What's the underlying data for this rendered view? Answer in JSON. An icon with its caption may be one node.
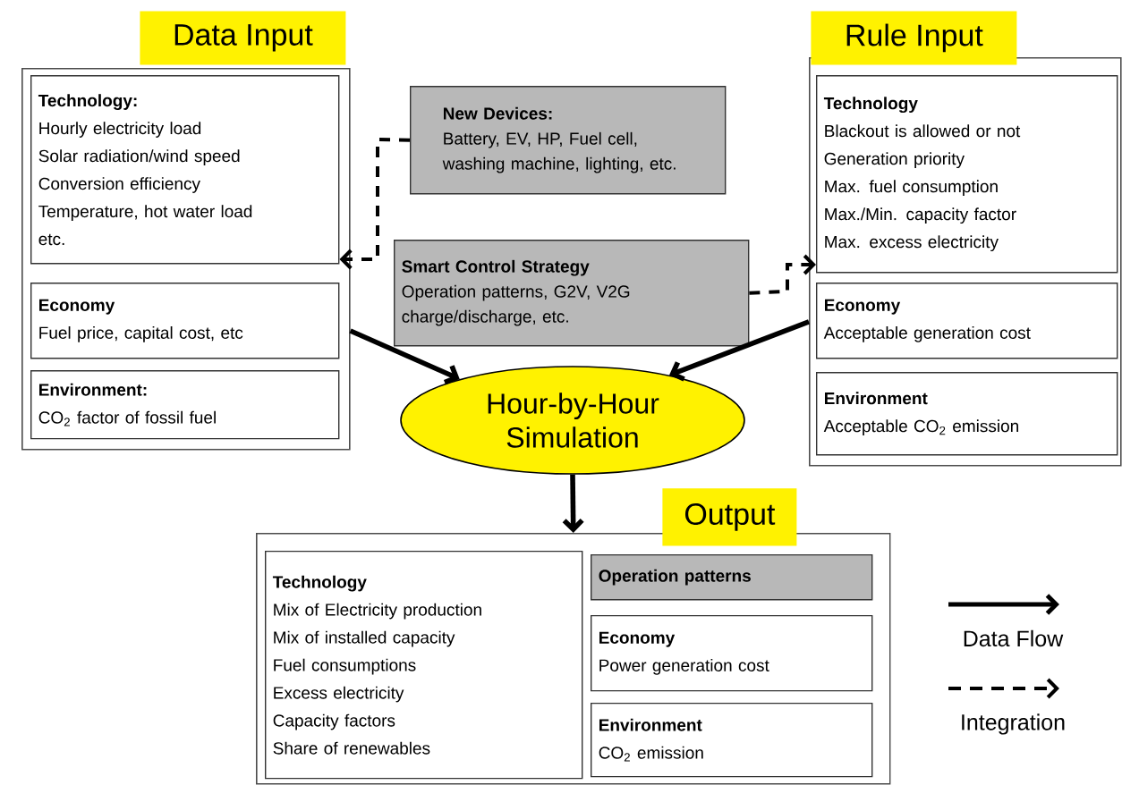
{
  "diagram": {
    "nodes": [
      {
        "text": [
          "Data Input"
        ]
      },
      {
        "text": [
          "Technology:",
          "Hourly electricity load",
          "Solar radiation/wind speed",
          "Conversion efficiency",
          "Temperature, hot water load",
          "etc."
        ],
        "in": 0
      },
      {
        "text": [
          "Economy",
          "Fuel price, capital cost, etc"
        ],
        "in": 0
      },
      {
        "text": [
          "Environment:",
          "CO$_{2}$ factor of fossil fuel"
        ],
        "in": 0
      },
      {
        "text": [
          "New Devices:",
          "Battery, EV, HP, Fuel cell, washing machine, lighting, etc."
        ]
      },
      {
        "text": [
          "Smart Control Strategy",
          "Operation patterns, G2V, V2G charge/discharge, etc."
        ]
      },
      {
        "text": [
          "Rule Input"
        ]
      },
      {
        "text": [
          "Technology",
          "Blackout is allowed or not",
          "Generation priority",
          "Max. fuel consumption",
          "Max./Min. capacity factor",
          "Max. excess electricity"
        ],
        "in": 6
      },
      {
        "text": [
          "Economy",
          "Acceptable generation cost"
        ],
        "in": 6
      },
      {
        "text": [
          "Environment",
          "Acceptable CO$_{2}$ emission"
        ],
        "in": 6
      },
      {
        "text": [
          "Hour-by-Hour Simulation"
        ]
      },
      {
        "text": [
          "Output"
        ]
      },
      {
        "text": [
          "Technology",
          "Mix of Electricity production",
          "Mix of installed capacity",
          "Fuel consumptions",
          "Excess electricity",
          "Capacity factors",
          "Share of renewables"
        ],
        "in": 11
      },
      {
        "text": [
          "Operation patterns"
        ],
        "in": 11
      },
      {
        "text": [
          "Economy",
          "Power generation cost"
        ],
        "in": 11
      },
      {
        "text": [
          "Environment",
          "CO$_{2}$ emission"
        ],
        "in": 11
      }
    ],
    "edges": [
      {
        "from": 0,
        "to": 10,
        "arrow": "to"
      },
      {
        "from": 6,
        "to": 10,
        "arrow": "to"
      },
      {
        "from": 10,
        "to": 11,
        "arrow": "to"
      },
      {
        "from": 4,
        "to": 1,
        "arrow": "to",
        "style": "dashed"
      },
      {
        "from": 5,
        "to": 7,
        "arrow": "to",
        "style": "dashed"
      }
    ],
    "legend": [
      {
        "text": "Data Flow"
      },
      {
        "text": "Integration"
      }
    ]
  }
}
